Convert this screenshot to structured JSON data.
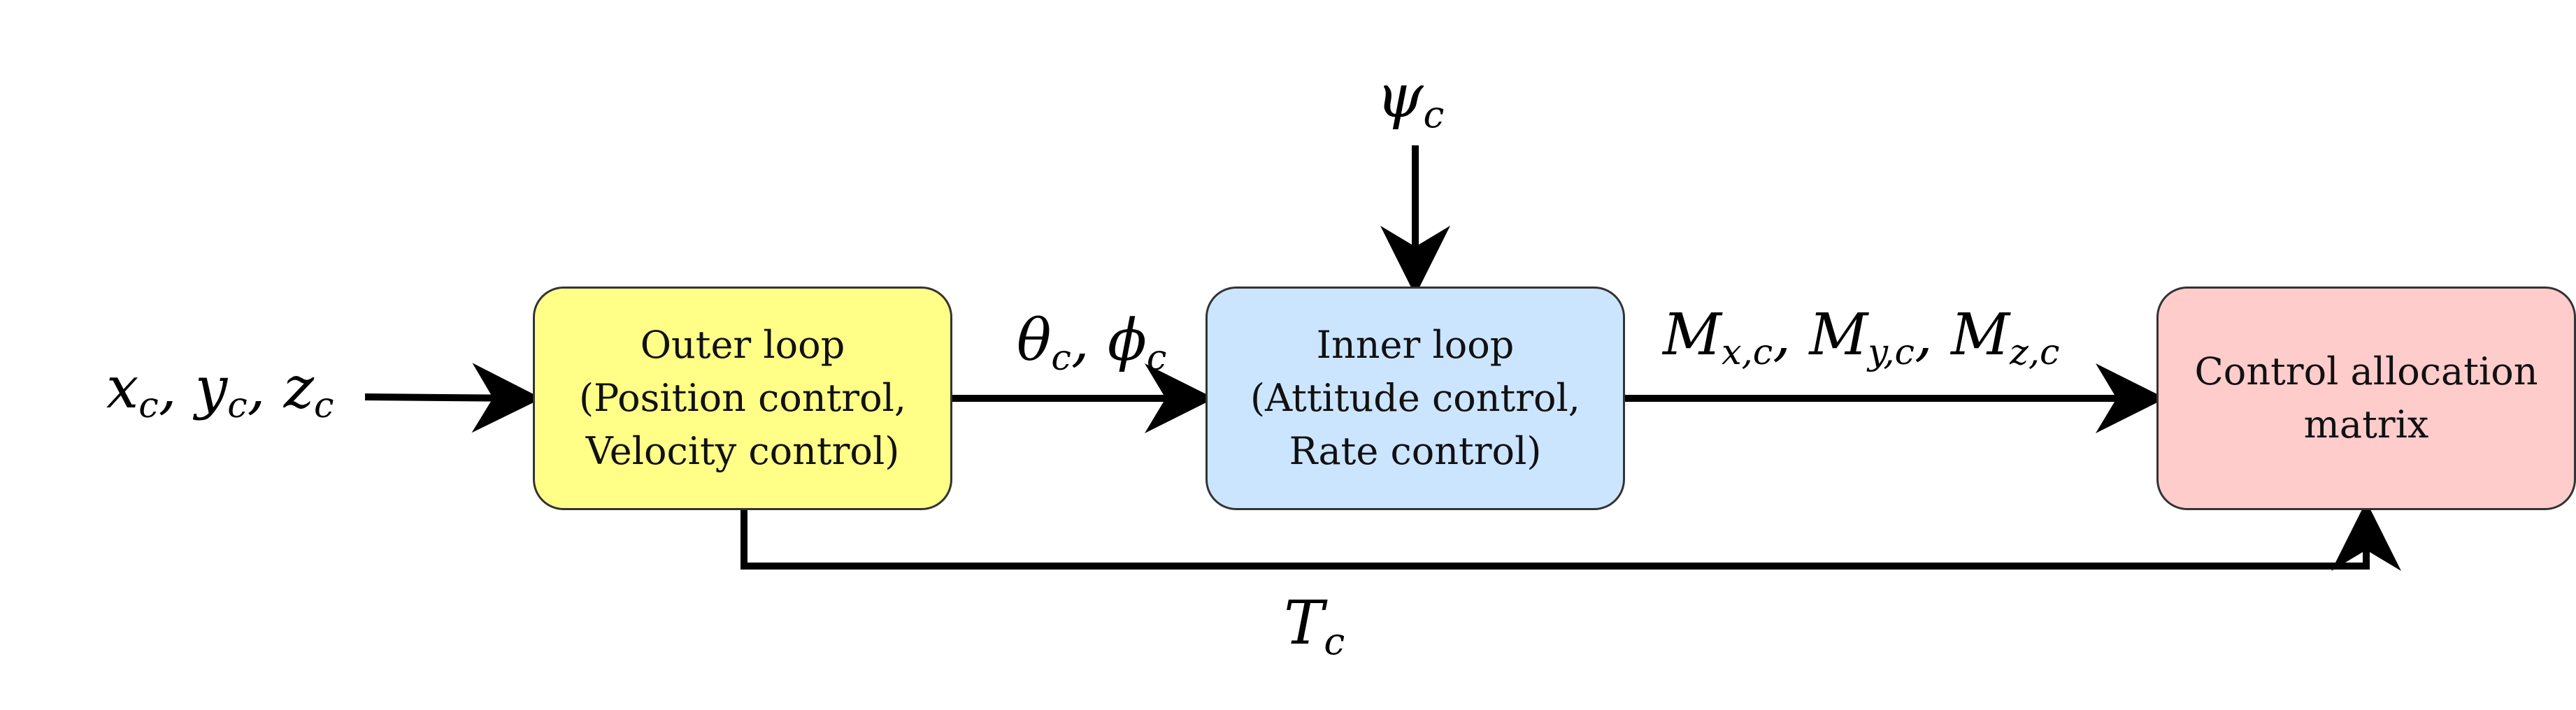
{
  "blocks": {
    "outer": {
      "lines": [
        "Outer loop",
        "(Position control,",
        "Velocity control)"
      ],
      "color": "#ffff88"
    },
    "inner": {
      "lines": [
        "Inner loop",
        "(Attitude control,",
        "Rate control)"
      ],
      "color": "#cce5ff"
    },
    "allocation": {
      "lines": [
        "Control allocation",
        "matrix"
      ],
      "color": "#ffcccc"
    }
  },
  "signals": {
    "position_cmd": {
      "parts": [
        {
          "base": "x",
          "sub": "c",
          "sep": ", "
        },
        {
          "base": "y",
          "sub": "c",
          "sep": ", "
        },
        {
          "base": "z",
          "sub": "c",
          "sep": ""
        }
      ]
    },
    "attitude_cmd": {
      "parts": [
        {
          "base": "θ",
          "sub": "c",
          "sep": ", "
        },
        {
          "base": "ϕ",
          "sub": "c",
          "sep": ""
        }
      ]
    },
    "yaw_cmd": {
      "parts": [
        {
          "base": "ψ",
          "sub": "c",
          "sep": ""
        }
      ]
    },
    "moment_cmd": {
      "parts": [
        {
          "base": "M",
          "sub": "x,c",
          "sep": ", "
        },
        {
          "base": "M",
          "sub": "y,c",
          "sep": ", "
        },
        {
          "base": "M",
          "sub": "z,c",
          "sep": ""
        }
      ]
    },
    "thrust_cmd": {
      "parts": [
        {
          "base": "T",
          "sub": "c",
          "sep": ""
        }
      ]
    }
  },
  "style": {
    "arrow_color": "#000000",
    "block_border": "#333333"
  }
}
